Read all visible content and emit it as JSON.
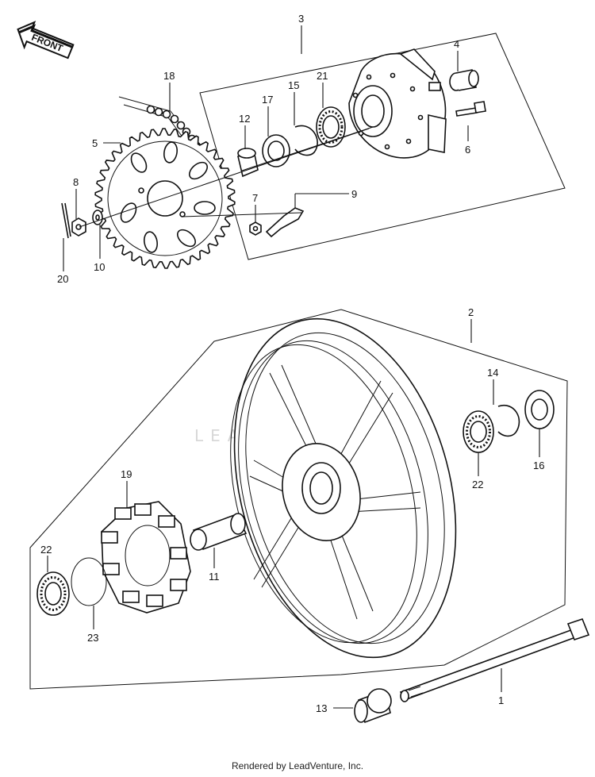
{
  "direction_arrow": {
    "label": "FRONT"
  },
  "watermark": {
    "text": "LEADVENTURE"
  },
  "footer": {
    "credit": "Rendered by LeadVenture, Inc."
  },
  "callouts": [
    {
      "num": "1"
    },
    {
      "num": "2"
    },
    {
      "num": "3"
    },
    {
      "num": "4"
    },
    {
      "num": "5"
    },
    {
      "num": "6"
    },
    {
      "num": "7"
    },
    {
      "num": "8"
    },
    {
      "num": "9"
    },
    {
      "num": "10"
    },
    {
      "num": "11"
    },
    {
      "num": "12"
    },
    {
      "num": "13"
    },
    {
      "num": "14"
    },
    {
      "num": "15"
    },
    {
      "num": "16"
    },
    {
      "num": "17"
    },
    {
      "num": "18"
    },
    {
      "num": "19"
    },
    {
      "num": "20"
    },
    {
      "num": "21"
    },
    {
      "num": "22"
    },
    {
      "num": "22"
    },
    {
      "num": "23"
    }
  ]
}
